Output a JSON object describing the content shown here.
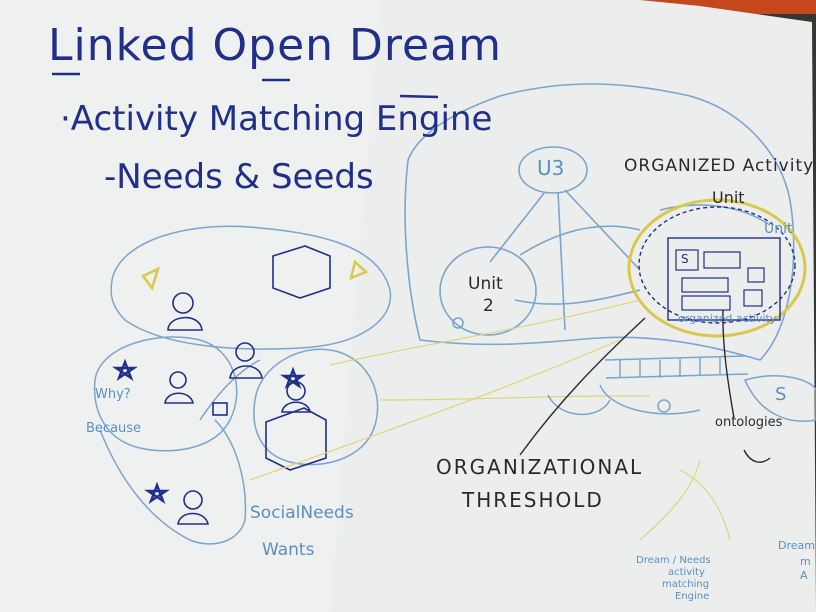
{
  "title": "Linked Open Dream",
  "bullets": {
    "activity": "·Activity Matching Engine",
    "needs": "-Needs & Seeds"
  },
  "labels": {
    "u3": "U3",
    "organized_activity": "ORGANIZED Activity",
    "unit_top": "Unit",
    "unit_right": "Unit",
    "unit2_line1": "Unit",
    "unit2_line2": "2",
    "s_box": "S",
    "org_activity_small": "organized activity",
    "why": "Why?",
    "because": "Because",
    "social_needs": "SocialNeeds",
    "wants": "Wants",
    "ontologies": "ontologies",
    "s_circle": "S",
    "threshold_line1": "ORGANIZATIONAL",
    "threshold_line2": "THRESHOLD",
    "dream_match_1": "Dream / Needs",
    "dream_match_2": "activity",
    "dream_match_3": "matching",
    "dream_match_4": "Engine",
    "dream_right_1": "Dream",
    "dream_right_2": "m",
    "dream_right_3": "A"
  },
  "colors": {
    "paper": "#eef0ef",
    "blue_marker": "#1f2f8a",
    "light_blue": "#6a9cc9",
    "yellow": "#d9c84a",
    "black": "#2a2a2e",
    "backdrop": "#3a3532"
  }
}
